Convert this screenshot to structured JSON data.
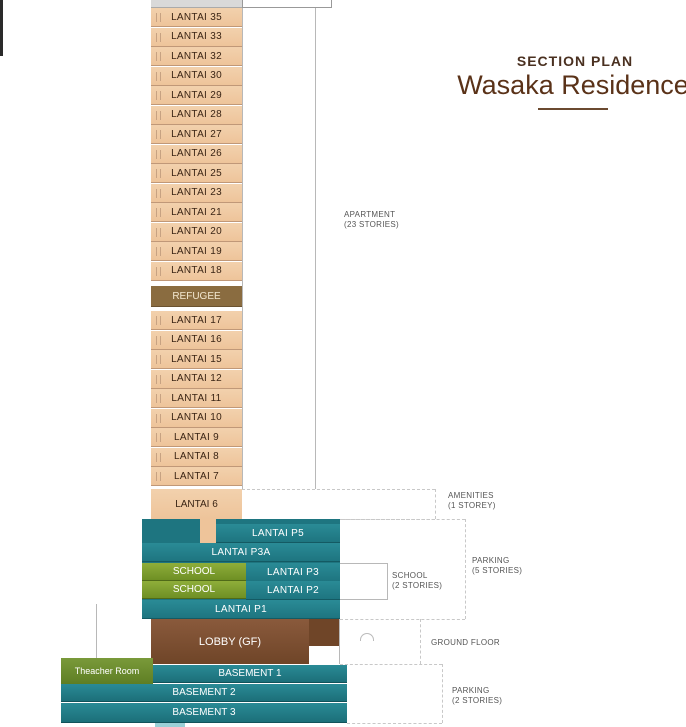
{
  "header": {
    "subtitle": "SECTION PLAN",
    "title": "Wasaka Residence"
  },
  "tower": [
    {
      "label": "LANTAI 35"
    },
    {
      "label": "LANTAI 33"
    },
    {
      "label": "LANTAI 32"
    },
    {
      "label": "LANTAI 30"
    },
    {
      "label": "LANTAI 29"
    },
    {
      "label": "LANTAI 28"
    },
    {
      "label": "LANTAI 27"
    },
    {
      "label": "LANTAI 26"
    },
    {
      "label": "LANTAI 25"
    },
    {
      "label": "LANTAI 23"
    },
    {
      "label": "LANTAI 21"
    },
    {
      "label": "LANTAI 20"
    },
    {
      "label": "LANTAI 19"
    },
    {
      "label": "LANTAI 18"
    }
  ],
  "refugee": "REFUGEE",
  "tower_lower": [
    {
      "label": "LANTAI 17"
    },
    {
      "label": "LANTAI 16"
    },
    {
      "label": "LANTAI 15"
    },
    {
      "label": "LANTAI 12"
    },
    {
      "label": "LANTAI 11"
    },
    {
      "label": "LANTAI 10"
    },
    {
      "label": "LANTAI 9"
    },
    {
      "label": "LANTAI 8"
    },
    {
      "label": "LANTAI 7"
    }
  ],
  "lantai6": "LANTAI 6",
  "podium": {
    "p5": "LANTAI P5",
    "p3a": "LANTAI P3A",
    "school1": "SCHOOL",
    "p3": "LANTAI P3",
    "school2": "SCHOOL",
    "p2": "LANTAI P2",
    "p1": "LANTAI P1"
  },
  "lobby": "LOBBY (GF)",
  "teacher": "Theacher Room",
  "basements": [
    "BASEMENT 1",
    "BASEMENT 2",
    "BASEMENT 3"
  ],
  "annotations": {
    "apartment": [
      "APARTMENT",
      "(23 STORIES)"
    ],
    "amenities": [
      "AMENITIES",
      "(1 STOREY)"
    ],
    "parking_upper": [
      "PARKING",
      "(5 STORIES)"
    ],
    "school": [
      "SCHOOL",
      "(2 STORIES)"
    ],
    "ground": [
      "GROUND FLOOR"
    ],
    "parking_lower": [
      "PARKING",
      "(2 STORIES)"
    ]
  },
  "colors": {
    "apartment": "#eec49a",
    "refugee": "#8a6c40",
    "parking": "#1e7580",
    "school": "#6e8f24",
    "lobby": "#6f4528"
  }
}
